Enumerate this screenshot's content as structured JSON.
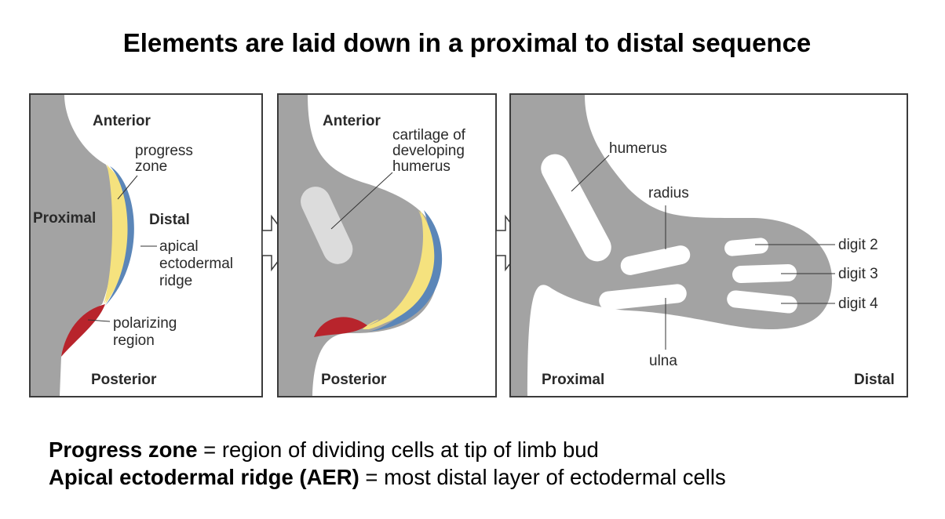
{
  "title": "Elements are laid down in a proximal to distal sequence",
  "panel1": {
    "anterior": "Anterior",
    "progress_zone": [
      "progress",
      "zone"
    ],
    "proximal": "Proximal",
    "distal": "Distal",
    "aer": [
      "apical",
      "ectodermal",
      "ridge"
    ],
    "polarizing_region": [
      "polarizing",
      "region"
    ],
    "posterior": "Posterior"
  },
  "panel2": {
    "anterior": "Anterior",
    "cartilage": [
      "cartilage of",
      "developing",
      "humerus"
    ],
    "posterior": "Posterior"
  },
  "panel3": {
    "humerus": "humerus",
    "radius": "radius",
    "ulna": "ulna",
    "digit2": "digit 2",
    "digit3": "digit 3",
    "digit4": "digit 4",
    "proximal": "Proximal",
    "distal": "Distal"
  },
  "notes": {
    "line1_term": "Progress zone",
    "line1_def": " = region of dividing cells at tip of limb bud",
    "line2_term": "Apical ectodermal ridge (AER)",
    "line2_def": " = most distal layer of ectodermal cells"
  },
  "colors": {
    "tissue": "#a3a3a3",
    "progress_zone": "#f5e27e",
    "aer": "#5b86b8",
    "polarizing_region": "#b8242c",
    "cartilage_light": "#dcdcdc"
  }
}
